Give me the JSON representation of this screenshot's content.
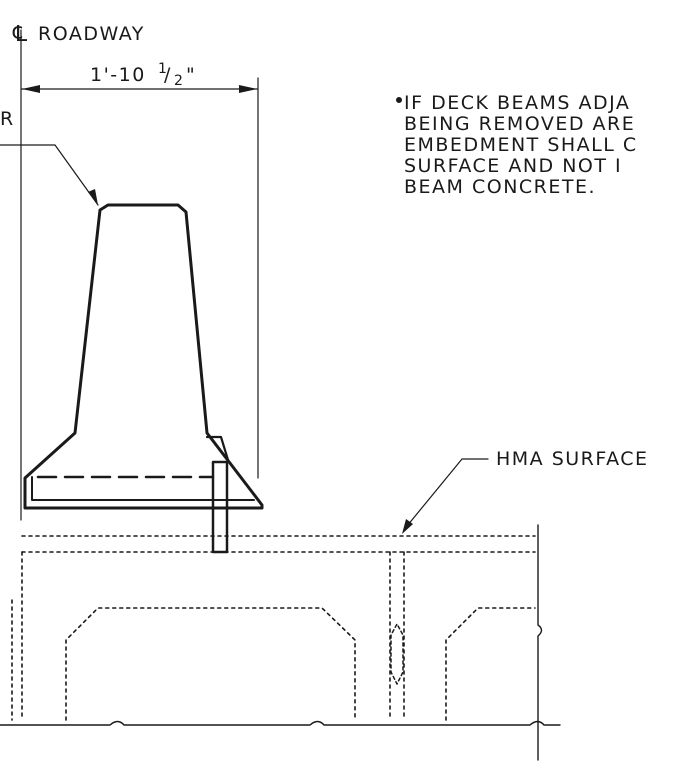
{
  "labels": {
    "centerline_symbol": "℄",
    "centerline_text": "ROADWAY",
    "dimension_whole": "1'-10",
    "dimension_frac_num": "1",
    "dimension_frac_den": "2",
    "dimension_inch": "\"",
    "cut_label": "R",
    "surface_label": "HMA SURFACE"
  },
  "note": {
    "lines": [
      "IF DECK BEAMS ADJA",
      "BEING REMOVED ARE",
      "EMBEDMENT SHALL C",
      "SURFACE AND NOT I",
      "BEAM CONCRETE."
    ]
  },
  "colors": {
    "ink": "#1a1a1a",
    "paper": "#ffffff"
  }
}
